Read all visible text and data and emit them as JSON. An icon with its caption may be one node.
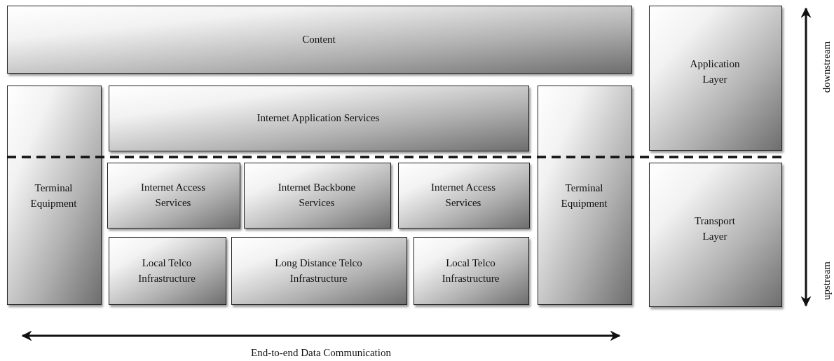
{
  "diagram": {
    "nodes": [
      {
        "text": [
          "Content"
        ]
      },
      {
        "text": [
          "Application Layer"
        ]
      },
      {
        "text": [
          "Terminal Equipment"
        ]
      },
      {
        "text": [
          "Internet Application Services"
        ]
      },
      {
        "text": [
          "Terminal Equipment"
        ]
      },
      {
        "text": [
          "Transport Layer"
        ]
      },
      {
        "text": [
          "Internet Access Services"
        ]
      },
      {
        "text": [
          "Internet Backbone Services"
        ]
      },
      {
        "text": [
          "Internet Access Services"
        ]
      },
      {
        "text": [
          "Local Telco Infrastructure"
        ]
      },
      {
        "text": [
          "Long Distance Telco Infrastructure"
        ]
      },
      {
        "text": [
          "Local Telco Infrastructure"
        ]
      }
    ],
    "labels": [
      "downstream",
      "upstream",
      "End-to-end Data Communication"
    ]
  }
}
